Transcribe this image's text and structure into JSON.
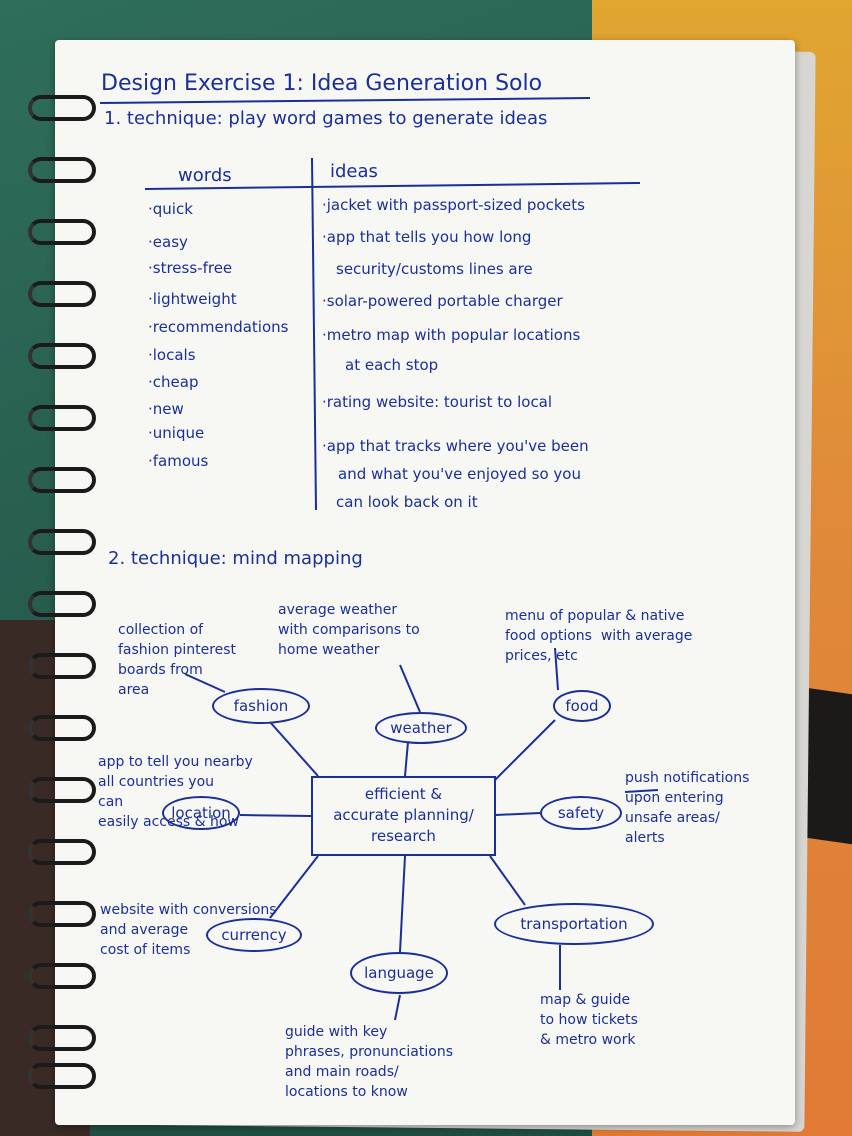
{
  "title": "Design Exercise 1: Idea Generation Solo",
  "technique1": {
    "heading": "1. technique: play word games to generate ideas",
    "col_words": "words",
    "col_ideas": "ideas",
    "words": [
      "·quick",
      "·easy",
      "·stress-free",
      "·lightweight",
      "·recommendations",
      "·locals",
      "·cheap",
      "·new",
      "·unique",
      "·famous"
    ],
    "ideas": [
      "·jacket with passport-sized pockets",
      "·app that tells you how long",
      "security/customs lines are",
      "·solar-powered portable charger",
      "·metro map with popular locations",
      "at each stop",
      "·rating website: tourist to local",
      "·app that tracks where you've been",
      "and what you've enjoyed so you",
      "can look back on it"
    ]
  },
  "technique2": {
    "heading": "2. technique: mind mapping",
    "center": "efficient &\naccurate planning/\nresearch",
    "nodes": {
      "fashion": "fashion",
      "weather": "weather",
      "food": "food",
      "location": "location",
      "safety": "safety",
      "currency": "currency",
      "language": "language",
      "transportation": "transportation"
    },
    "notes": {
      "fashion": "collection of\nfashion pinterest\nboards from\narea",
      "weather": "average weather\nwith comparisons to\nhome weather",
      "food": "menu of popular & native\nfood options  with average\nprices, etc",
      "location": "app to tell you nearby\nall countries you\ncan\neasily access & how",
      "safety": "push notifications\nupon entering\nunsafe areas/\nalerts",
      "currency": "website with conversions\nand average\ncost of items",
      "language": "guide with key\nphrases, pronunciations\nand main roads/\nlocations to know",
      "transportation": "map & guide\nto how tickets\n& metro work"
    }
  },
  "ink_color": "#1a2f9a"
}
